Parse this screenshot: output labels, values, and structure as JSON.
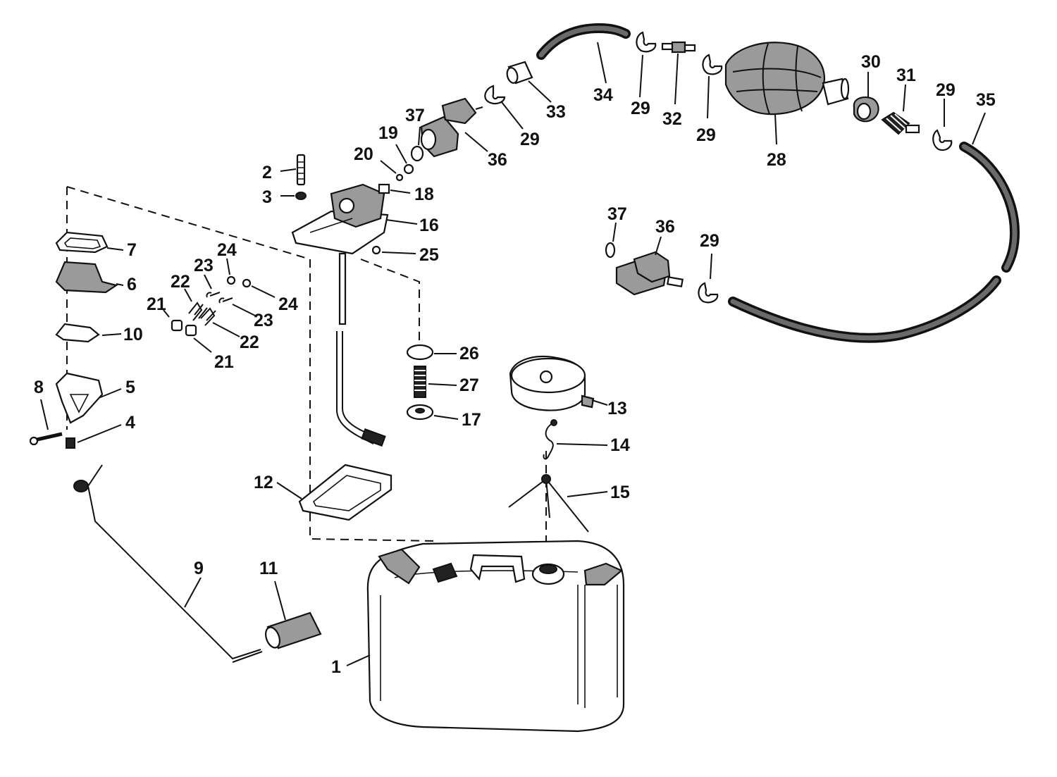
{
  "diagram": {
    "callouts": [
      "1",
      "2",
      "3",
      "4",
      "5",
      "6",
      "7",
      "8",
      "9",
      "10",
      "11",
      "12",
      "13",
      "14",
      "15",
      "16",
      "17",
      "18",
      "19",
      "20",
      "21",
      "21",
      "22",
      "22",
      "23",
      "23",
      "24",
      "24",
      "25",
      "26",
      "27",
      "28",
      "29",
      "29",
      "29",
      "29",
      "29",
      "30",
      "31",
      "32",
      "33",
      "34",
      "35",
      "36",
      "36",
      "37",
      "37"
    ],
    "parts": [
      {
        "ref": "1",
        "icon": "fuel-tank-icon"
      },
      {
        "ref": "2",
        "icon": "screw-icon"
      },
      {
        "ref": "3",
        "icon": "washer-icon"
      },
      {
        "ref": "4",
        "icon": "nut-icon"
      },
      {
        "ref": "5",
        "icon": "bracket-icon"
      },
      {
        "ref": "6",
        "icon": "cover-icon"
      },
      {
        "ref": "7",
        "icon": "gasket-icon"
      },
      {
        "ref": "8",
        "icon": "screw-icon"
      },
      {
        "ref": "9",
        "icon": "float-arm-icon"
      },
      {
        "ref": "10",
        "icon": "plate-icon"
      },
      {
        "ref": "11",
        "icon": "float-icon"
      },
      {
        "ref": "12",
        "icon": "gasket-icon"
      },
      {
        "ref": "13",
        "icon": "filler-cap-icon"
      },
      {
        "ref": "14",
        "icon": "chain-icon"
      },
      {
        "ref": "15",
        "icon": "retainer-icon"
      },
      {
        "ref": "16",
        "icon": "pickup-assembly-icon"
      },
      {
        "ref": "17",
        "icon": "valve-seat-icon"
      },
      {
        "ref": "18",
        "icon": "connector-icon"
      },
      {
        "ref": "19",
        "icon": "ball-icon"
      },
      {
        "ref": "20",
        "icon": "ball-icon"
      },
      {
        "ref": "21",
        "icon": "cap-icon"
      },
      {
        "ref": "22",
        "icon": "spring-icon"
      },
      {
        "ref": "23",
        "icon": "pin-icon"
      },
      {
        "ref": "24",
        "icon": "ball-icon"
      },
      {
        "ref": "25",
        "icon": "ball-icon"
      },
      {
        "ref": "26",
        "icon": "disc-icon"
      },
      {
        "ref": "27",
        "icon": "spring-icon"
      },
      {
        "ref": "28",
        "icon": "primer-bulb-icon"
      },
      {
        "ref": "29",
        "icon": "clamp-icon"
      },
      {
        "ref": "30",
        "icon": "ring-icon"
      },
      {
        "ref": "31",
        "icon": "check-valve-icon"
      },
      {
        "ref": "32",
        "icon": "check-valve-icon"
      },
      {
        "ref": "33",
        "icon": "sleeve-icon"
      },
      {
        "ref": "34",
        "icon": "hose-icon"
      },
      {
        "ref": "35",
        "icon": "hose-icon"
      },
      {
        "ref": "36",
        "icon": "connector-icon"
      },
      {
        "ref": "37",
        "icon": "o-ring-icon"
      }
    ]
  }
}
